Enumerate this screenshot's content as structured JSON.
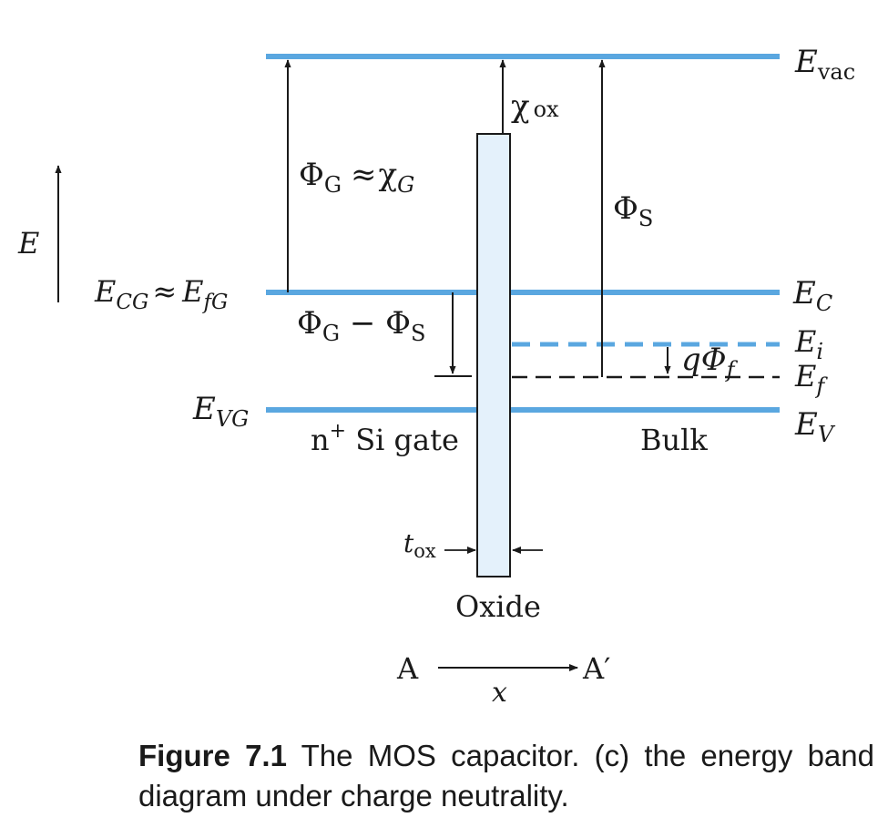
{
  "diagram": {
    "colors": {
      "band": "#5aa7e0",
      "oxide_fill": "#e4f1fb",
      "line": "#1a1a1a"
    },
    "labels": {
      "e_vac": {
        "main": "E",
        "sub": "vac"
      },
      "e_c": {
        "main": "E",
        "sub": "C"
      },
      "e_i": {
        "main": "E",
        "sub": "i"
      },
      "e_f": {
        "main": "E",
        "sub": "f"
      },
      "e_v": {
        "main": "E",
        "sub": "V"
      },
      "e_cg": {
        "main": "E",
        "sub": "CG",
        "rel": "≈"
      },
      "e_fg": {
        "main": "E",
        "sub": "fG"
      },
      "e_vg": {
        "main": "E",
        "sub": "VG"
      },
      "energy_axis": "E",
      "chi_ox": {
        "main": "χ",
        "sub": "ox"
      },
      "phi_g_left": {
        "main": "Φ",
        "sub": "G"
      },
      "phi_g_rel": "≈",
      "chi_g": {
        "main": "χ",
        "sub": "G"
      },
      "phi_s": {
        "main": "Φ",
        "sub": "S"
      },
      "phi_diff": {
        "a": "Φ",
        "a_sub": "G",
        "minus": " − ",
        "b": "Φ",
        "b_sub": "S"
      },
      "q_phi_f": {
        "q": "q",
        "main": "Φ",
        "sub": "f"
      },
      "gate": {
        "pre": "n",
        "sup": "+",
        "post": " Si gate"
      },
      "bulk": "Bulk",
      "t_ox": {
        "main": "t",
        "sub": "ox"
      },
      "oxide": "Oxide",
      "a": "A",
      "a_prime": "A′",
      "x": "x"
    }
  },
  "caption": {
    "figure": "Figure 7.1",
    "text": " The MOS capacitor. (c) the energy band diagram under charge neutrality."
  }
}
